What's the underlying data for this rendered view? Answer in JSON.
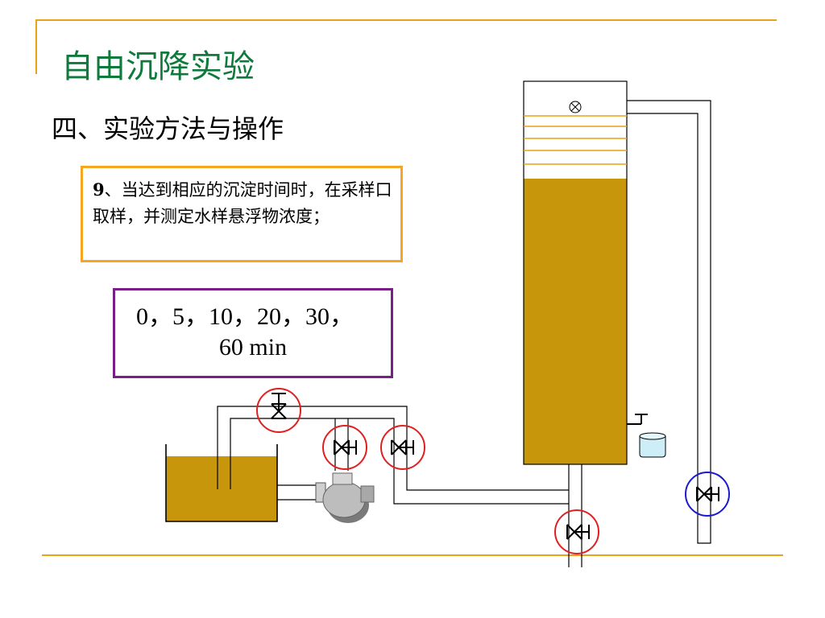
{
  "slide": {
    "title": "自由沉降实验",
    "subtitle": "四、实验方法与操作",
    "step": {
      "number": "9",
      "text": "、当达到相应的沉淀时间时，在采样口取样，并测定水样悬浮物浓度；"
    },
    "times": {
      "line1": "0，5，10，20，30，",
      "line2": "60 min"
    }
  },
  "colors": {
    "accent": "#e8a317",
    "title": "#0f7a3c",
    "step_border": "#f5a623",
    "times_border": "#7a1f8a",
    "liquid": "#c8960a",
    "valve_circle_red": "#e02020",
    "valve_circle_blue": "#1a1ad0"
  },
  "icons": [
    "stirrer-icon",
    "valve-icon",
    "pump-icon",
    "sample-cup-icon",
    "sampling-tap-icon"
  ]
}
